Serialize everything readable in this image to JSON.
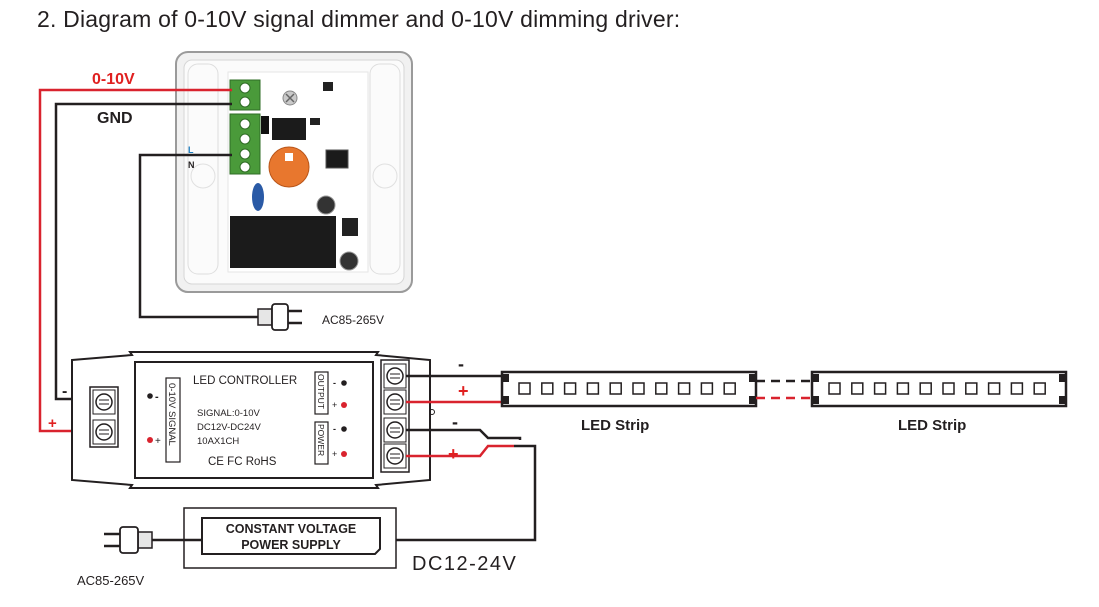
{
  "title": "2. Diagram of 0-10V signal dimmer and 0-10V dimming driver:",
  "dimmer": {
    "wire_signal_label": "0-10V",
    "wire_gnd_label": "GND",
    "terminal_l": "L",
    "terminal_n": "N",
    "mains_label": "AC85-265V"
  },
  "controller": {
    "title": "LED CONTROLLER",
    "specs": [
      "SIGNAL:0-10V",
      "DC12V-DC24V",
      "10AX1CH"
    ],
    "certs": "CE FC RoHS",
    "signal_label": "0-10V SIGNAL",
    "output_label": "OUTPUT",
    "power_label": "POWER",
    "signal_minus": "-",
    "signal_plus": "+",
    "output_minus": "-",
    "output_plus": "+",
    "power_minus": "-",
    "power_plus": "+"
  },
  "wire_marks": {
    "signal_minus": "-",
    "signal_plus": "+",
    "strip_minus": "-",
    "strip_plus": "+",
    "power_minus": "-",
    "power_plus": "+"
  },
  "strips": [
    {
      "label": "LED Strip"
    },
    {
      "label": "LED Strip"
    }
  ],
  "power_supply": {
    "label_line1": "CONSTANT VOLTAGE",
    "label_line2": "POWER SUPPLY",
    "mains_label": "AC85-265V",
    "output_label": "DC12-24V"
  },
  "colors": {
    "red_wire": "#d9232e",
    "black_wire": "#231f20",
    "blue_label": "#1f7fc0",
    "pot_orange": "#e8772e"
  }
}
